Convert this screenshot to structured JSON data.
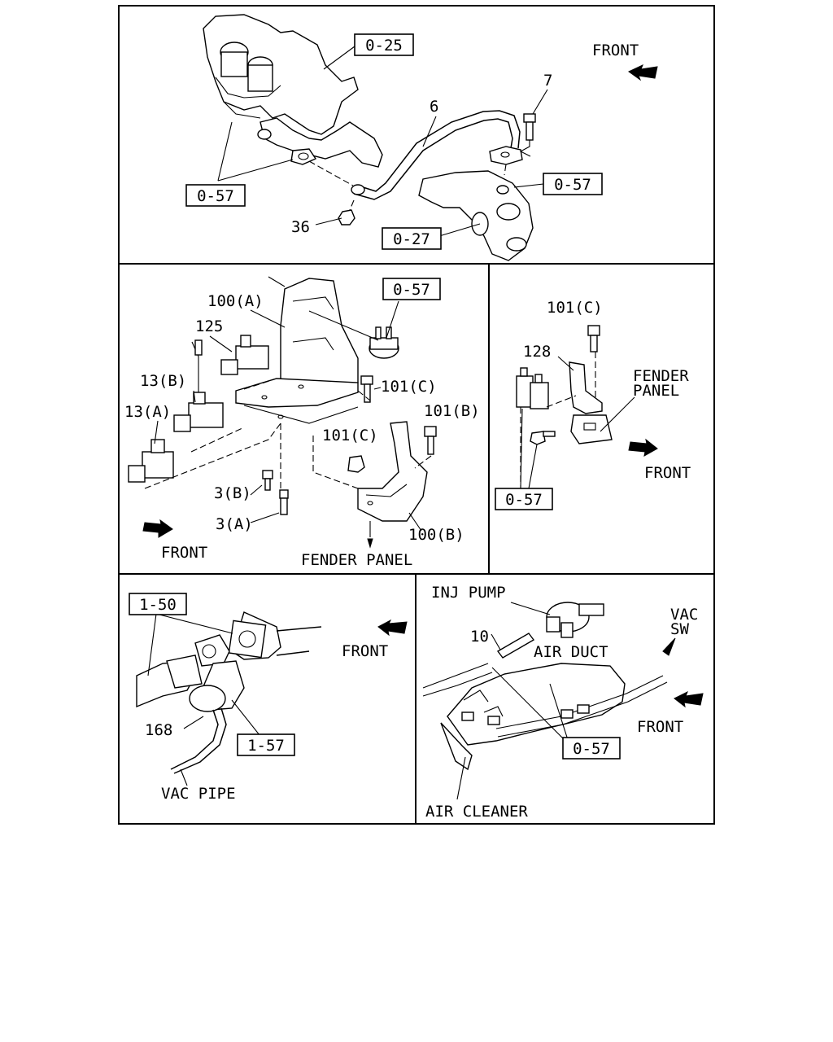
{
  "panel_top": {
    "ref_025": "0-25",
    "ref_057_left": "0-57",
    "ref_057_right": "0-57",
    "ref_027": "0-27",
    "part_6": "6",
    "part_7": "7",
    "part_36": "36",
    "front": "FRONT"
  },
  "panel_mid_left": {
    "part_100a": "100(A)",
    "part_125": "125",
    "part_13b": "13(B)",
    "part_13a": "13(A)",
    "ref_057": "0-57",
    "part_101c_a": "101(C)",
    "part_101c_b": "101(C)",
    "part_101b": "101(B)",
    "part_3b": "3(B)",
    "part_3a": "3(A)",
    "part_100b": "100(B)",
    "front": "FRONT",
    "fender_panel": "FENDER PANEL"
  },
  "panel_mid_right": {
    "part_101c": "101(C)",
    "part_128": "128",
    "fender_line1": "FENDER",
    "fender_line2": "PANEL",
    "front": "FRONT",
    "ref_057": "0-57"
  },
  "panel_bot_left": {
    "ref_150": "1-50",
    "ref_157": "1-57",
    "part_168": "168",
    "front": "FRONT",
    "vac_pipe": "VAC PIPE"
  },
  "panel_bot_right": {
    "inj_pump": "INJ PUMP",
    "part_10": "10",
    "air_duct": "AIR DUCT",
    "vac_line1": "VAC",
    "vac_line2": "SW",
    "front": "FRONT",
    "ref_057": "0-57",
    "air_cleaner": "AIR CLEANER"
  }
}
